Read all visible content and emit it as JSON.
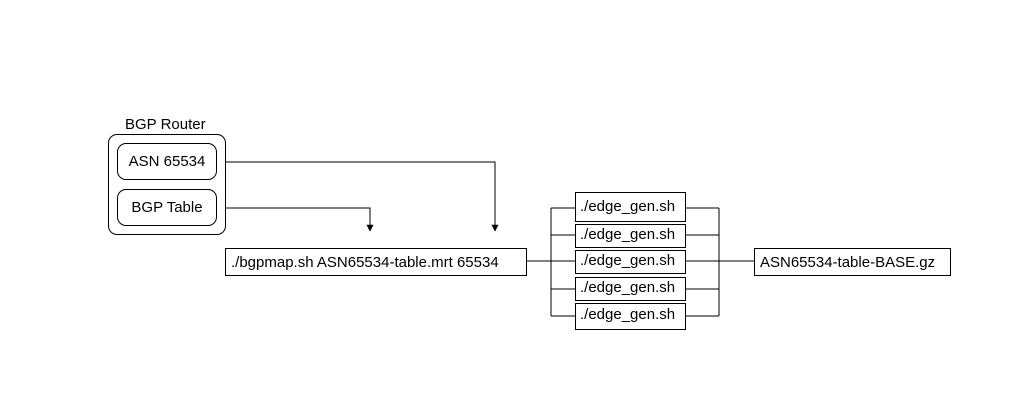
{
  "router": {
    "title": "BGP Router",
    "asn_label": "ASN 65534",
    "table_label": "BGP Table"
  },
  "command": {
    "bgpmap": "./bgpmap.sh ASN65534-table.mrt 65534"
  },
  "edge_gen": {
    "items": [
      "./edge_gen.sh",
      "./edge_gen.sh",
      "./edge_gen.sh",
      "./edge_gen.sh",
      "./edge_gen.sh"
    ]
  },
  "output": {
    "file": "ASN65534-table-BASE.gz"
  }
}
